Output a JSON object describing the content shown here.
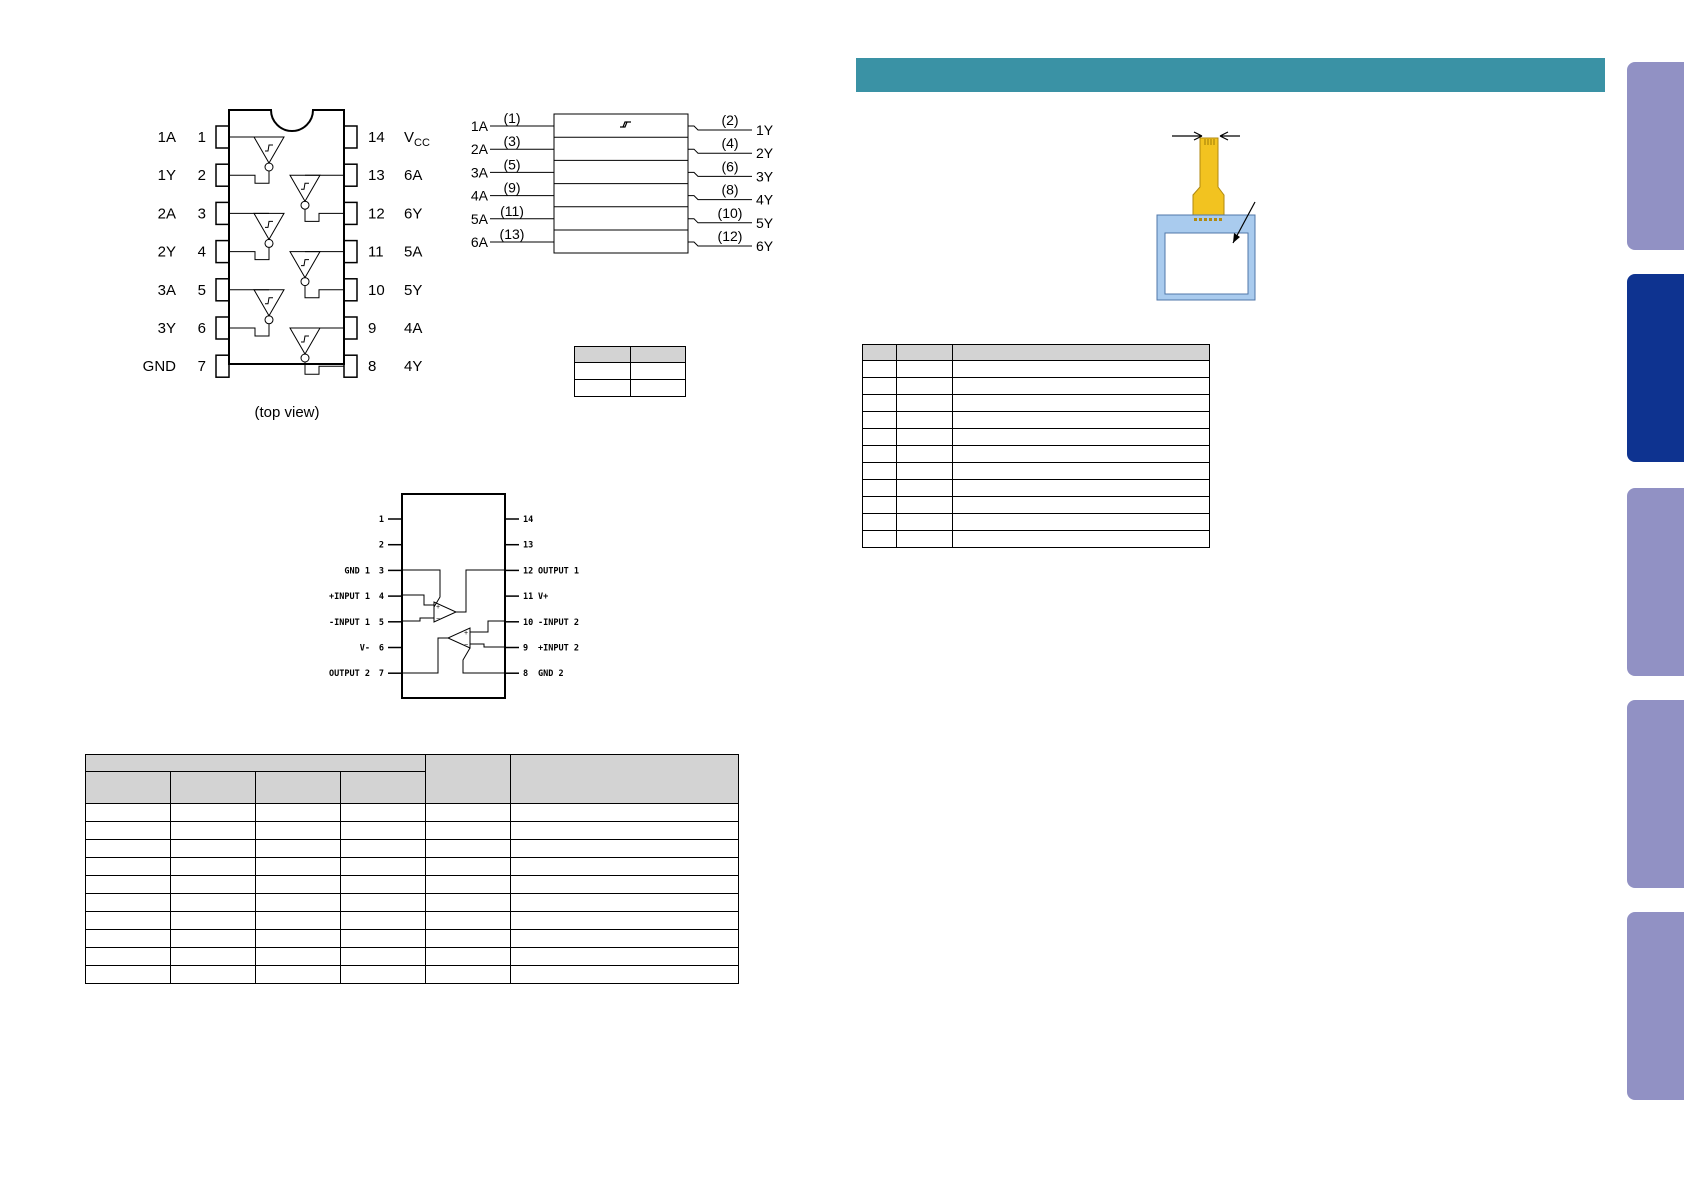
{
  "colors": {
    "header_bar": "#3a92a5",
    "tab_inactive": "#9191c4",
    "tab_active": "#0e3390",
    "table_header": "#d3d3d3",
    "ribbon": "#f2c320",
    "lcd_frame": "#a9cbee"
  },
  "inverter_ic": {
    "left_pins": [
      {
        "name": "1A",
        "num": "1"
      },
      {
        "name": "1Y",
        "num": "2"
      },
      {
        "name": "2A",
        "num": "3"
      },
      {
        "name": "2Y",
        "num": "4"
      },
      {
        "name": "3A",
        "num": "5"
      },
      {
        "name": "3Y",
        "num": "6"
      },
      {
        "name": "GND",
        "num": "7"
      }
    ],
    "right_pins": [
      {
        "num": "14",
        "name": "V",
        "sub": "CC"
      },
      {
        "num": "13",
        "name": "6A",
        "sub": ""
      },
      {
        "num": "12",
        "name": "6Y",
        "sub": ""
      },
      {
        "num": "11",
        "name": "5A",
        "sub": ""
      },
      {
        "num": "10",
        "name": "5Y",
        "sub": ""
      },
      {
        "num": "9",
        "name": "4A",
        "sub": ""
      },
      {
        "num": "8",
        "name": "4Y",
        "sub": ""
      }
    ],
    "view_label": "(top view)"
  },
  "logic_symbol": {
    "inputs": [
      {
        "name": "1A",
        "pin": "(1)"
      },
      {
        "name": "2A",
        "pin": "(3)"
      },
      {
        "name": "3A",
        "pin": "(5)"
      },
      {
        "name": "4A",
        "pin": "(9)"
      },
      {
        "name": "5A",
        "pin": "(11)"
      },
      {
        "name": "6A",
        "pin": "(13)"
      }
    ],
    "outputs": [
      {
        "name": "1Y",
        "pin": "(2)"
      },
      {
        "name": "2Y",
        "pin": "(4)"
      },
      {
        "name": "3Y",
        "pin": "(6)"
      },
      {
        "name": "4Y",
        "pin": "(8)"
      },
      {
        "name": "5Y",
        "pin": "(10)"
      },
      {
        "name": "6Y",
        "pin": "(12)"
      }
    ]
  },
  "opamp_ic": {
    "left_pins": [
      {
        "num": "1",
        "name": ""
      },
      {
        "num": "2",
        "name": ""
      },
      {
        "num": "3",
        "name": "GND 1"
      },
      {
        "num": "4",
        "name": "+INPUT 1"
      },
      {
        "num": "5",
        "name": "-INPUT 1"
      },
      {
        "num": "6",
        "name": "V-"
      },
      {
        "num": "7",
        "name": "OUTPUT 2"
      }
    ],
    "right_pins": [
      {
        "num": "14",
        "name": ""
      },
      {
        "num": "13",
        "name": ""
      },
      {
        "num": "12",
        "name": "OUTPUT 1"
      },
      {
        "num": "11",
        "name": "V+"
      },
      {
        "num": "10",
        "name": "-INPUT 2"
      },
      {
        "num": "9",
        "name": "+INPUT 2"
      },
      {
        "num": "8",
        "name": "GND 2"
      }
    ]
  }
}
